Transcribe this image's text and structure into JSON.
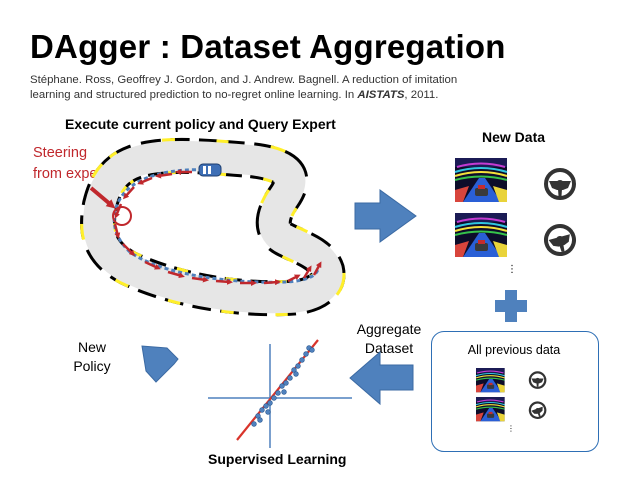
{
  "slide": {
    "title": "DAgger : Dataset Aggregation",
    "citation_authors": "Stéphane. Ross, Geoffrey J. Gordon, and J. Andrew. Bagnell. A reduction of imitation learning and structured prediction to no-regret online learning. In ",
    "citation_venue": "AISTATS",
    "citation_year": ", 2011."
  },
  "labels": {
    "execute": "Execute current policy and Query Expert",
    "steering_line1": "Steering",
    "steering_line2": "from expert",
    "new_data": "New Data",
    "aggregate_line1": "Aggregate",
    "aggregate_line2": "Dataset",
    "all_previous": "All previous data",
    "new_policy_line1": "New",
    "new_policy_line2": "Policy",
    "supervised": "Supervised Learning",
    "ellipsis": "⋮"
  },
  "colors": {
    "arrow_blue": "#4f81bd",
    "box_border": "#2e6fb5",
    "expert_red": "#c0282d",
    "track_fill": "#e6e6e6",
    "track_yellow": "#ffef2a"
  },
  "icons": [
    "steering-wheel-icon",
    "game-screenshot",
    "car-icon",
    "plus-icon"
  ]
}
